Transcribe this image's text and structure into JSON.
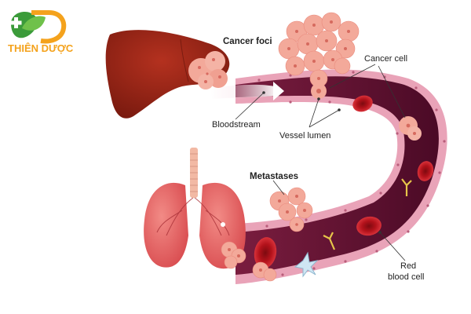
{
  "brand": {
    "name": "THIÊN DƯỢC",
    "colors": {
      "green": "#3b9b3a",
      "orange": "#f4a21c"
    }
  },
  "labels": {
    "cancer_foci": "Cancer foci",
    "cancer_cell": "Cancer cell",
    "bloodstream": "Bloodstream",
    "vessel_lumen": "Vessel lumen",
    "metastases": "Metastases",
    "red_blood_cell_1": "Red",
    "red_blood_cell_2": "blood cell"
  },
  "colors": {
    "vessel_wall": "#e9a3b8",
    "vessel_lumen": "#5a0f2e",
    "liver": "#8c1f12",
    "lung": "#e05a5a",
    "trachea": "#f2b9a4",
    "tumor": "#f3a99a",
    "red_cell": "#b3121b"
  }
}
